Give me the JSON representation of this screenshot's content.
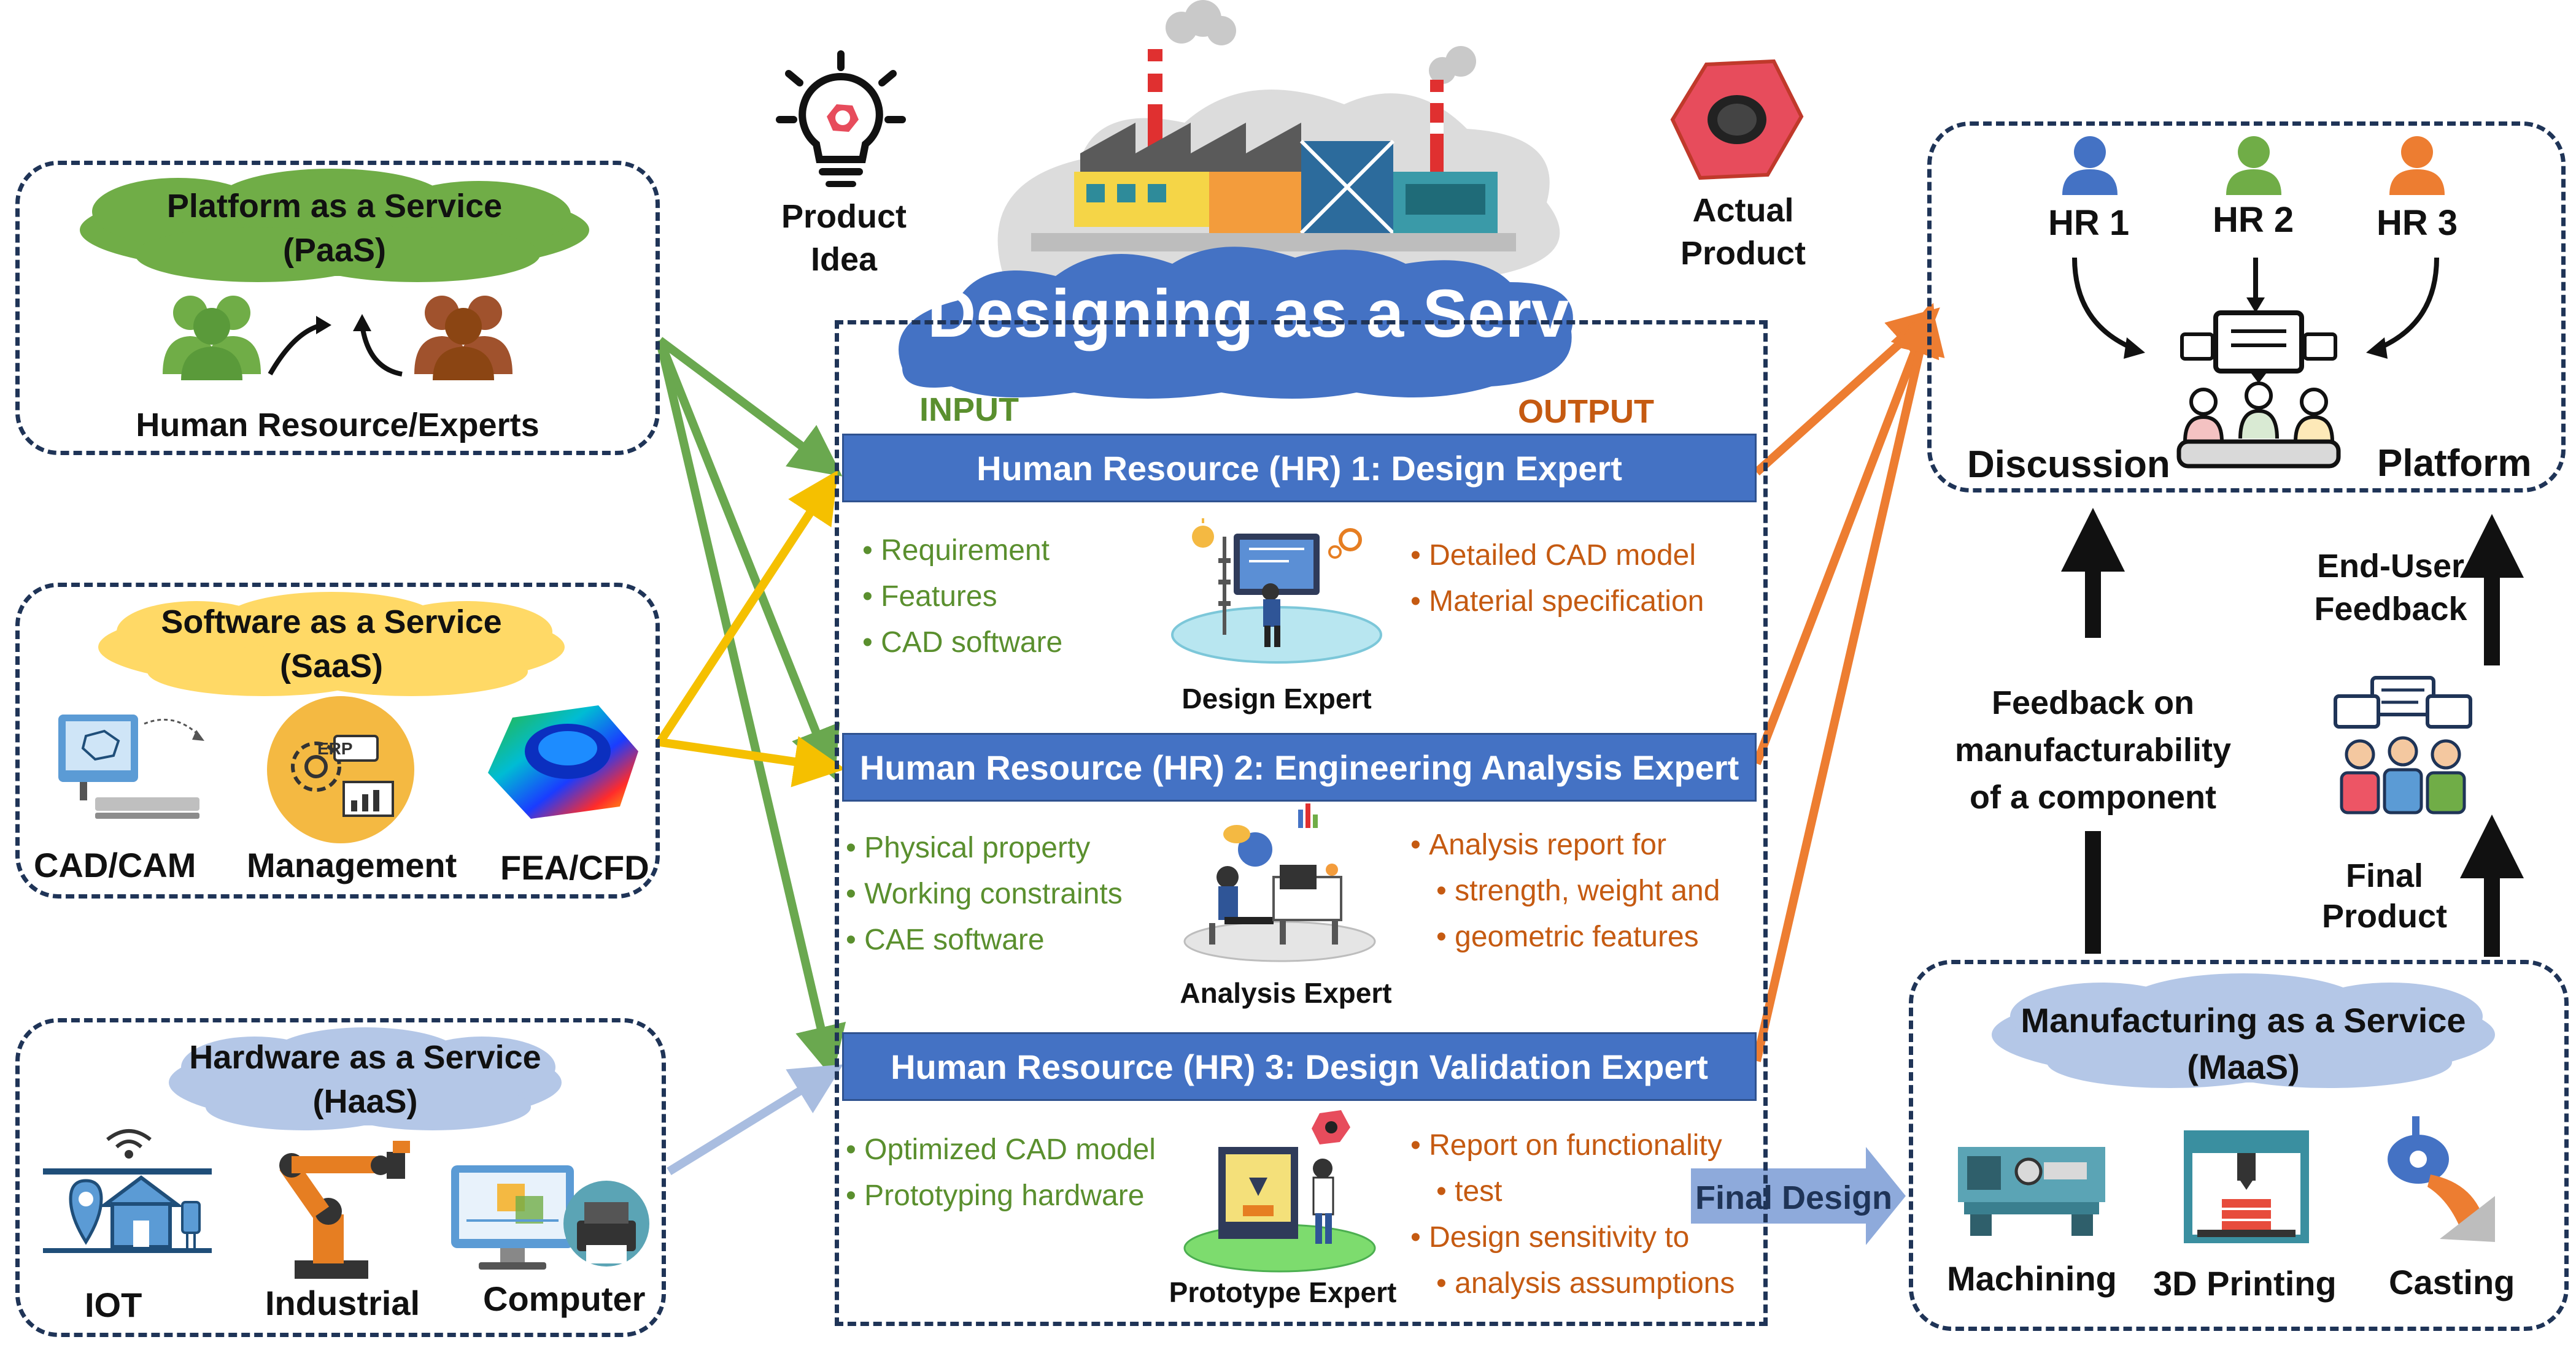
{
  "left": {
    "paas": {
      "title_line1": "Platform as a Service",
      "title_line2": "(PaaS)",
      "caption": "Human Resource/Experts"
    },
    "saas": {
      "title_line1": "Software as a Service",
      "title_line2": "(SaaS)",
      "items": [
        "CAD/CAM",
        "Management",
        "FEA/CFD"
      ],
      "erp_label": "ERP"
    },
    "haas": {
      "title_line1": "Hardware as a Service",
      "title_line2": "(HaaS)",
      "items": [
        "IOT",
        "Industrial",
        "Computer"
      ]
    }
  },
  "center": {
    "product_idea": [
      "Product",
      "Idea"
    ],
    "actual_product": [
      "Actual",
      "Product"
    ],
    "title": "Designing as a Service",
    "input_label": "INPUT",
    "output_label": "OUTPUT",
    "hr": [
      {
        "title": "Human Resource (HR) 1: Design Expert",
        "inputs": [
          "Requirement",
          "Features",
          "CAD software"
        ],
        "outputs": [
          "Detailed CAD model",
          "Material specification"
        ],
        "expert": "Design Expert"
      },
      {
        "title": "Human Resource (HR) 2: Engineering Analysis Expert",
        "inputs": [
          "Physical property",
          "Working constraints",
          "CAE software"
        ],
        "outputs": [
          "Analysis report for",
          "strength, weight and",
          "geometric features"
        ],
        "expert": "Analysis Expert"
      },
      {
        "title": "Human Resource (HR) 3: Design Validation Expert",
        "inputs": [
          "Optimized CAD model",
          "Prototyping hardware"
        ],
        "outputs": [
          "Report on functionality",
          "test",
          "Design sensitivity to",
          "analysis assumptions"
        ],
        "expert": "Prototype Expert"
      }
    ],
    "final_design": "Final Design"
  },
  "right": {
    "discussion": {
      "hr_labels": [
        "HR 1",
        "HR 2",
        "HR 3"
      ],
      "left_label": "Discussion",
      "right_label": "Platform"
    },
    "feedback_manufacturability": [
      "Feedback on",
      "manufacturability",
      "of a component"
    ],
    "end_user_feedback": [
      "End-User",
      "Feedback"
    ],
    "final_product": [
      "Final",
      "Product"
    ],
    "maas": {
      "title_line1": "Manufacturing as a Service",
      "title_line2": "(MaaS)",
      "items": [
        "Machining",
        "3D Printing",
        "Casting"
      ]
    }
  },
  "colors": {
    "dash": "#1f3457",
    "hr_bar": "#4472c4",
    "green": "#5a8f2e",
    "orange": "#c55a11",
    "green_arrow": "#6aa84f",
    "yellow_arrow": "#f5c000",
    "blue_arrow": "#a9bde0",
    "orange_arrow": "#ed7d31"
  }
}
